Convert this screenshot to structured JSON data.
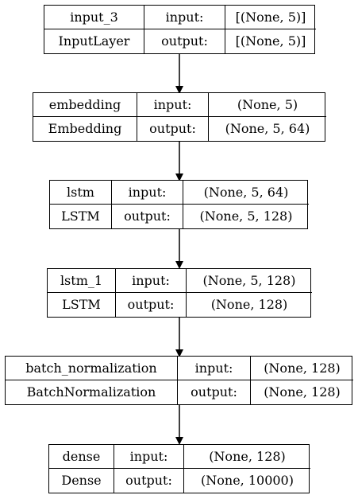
{
  "nodes": [
    {
      "name": "input_3",
      "class": "InputLayer",
      "input_label": "input:",
      "output_label": "output:",
      "input_shape": "[(None, 5)]",
      "output_shape": "[(None, 5)]"
    },
    {
      "name": "embedding",
      "class": "Embedding",
      "input_label": "input:",
      "output_label": "output:",
      "input_shape": "(None, 5)",
      "output_shape": "(None, 5, 64)"
    },
    {
      "name": "lstm",
      "class": "LSTM",
      "input_label": "input:",
      "output_label": "output:",
      "input_shape": "(None, 5, 64)",
      "output_shape": "(None, 5, 128)"
    },
    {
      "name": "lstm_1",
      "class": "LSTM",
      "input_label": "input:",
      "output_label": "output:",
      "input_shape": "(None, 5, 128)",
      "output_shape": "(None, 128)"
    },
    {
      "name": "batch_normalization",
      "class": "BatchNormalization",
      "input_label": "input:",
      "output_label": "output:",
      "input_shape": "(None, 128)",
      "output_shape": "(None, 128)"
    },
    {
      "name": "dense",
      "class": "Dense",
      "input_label": "input:",
      "output_label": "output:",
      "input_shape": "(None, 128)",
      "output_shape": "(None, 10000)"
    }
  ],
  "colors": {
    "stroke": "#000000",
    "background": "#ffffff",
    "text": "#000000"
  }
}
